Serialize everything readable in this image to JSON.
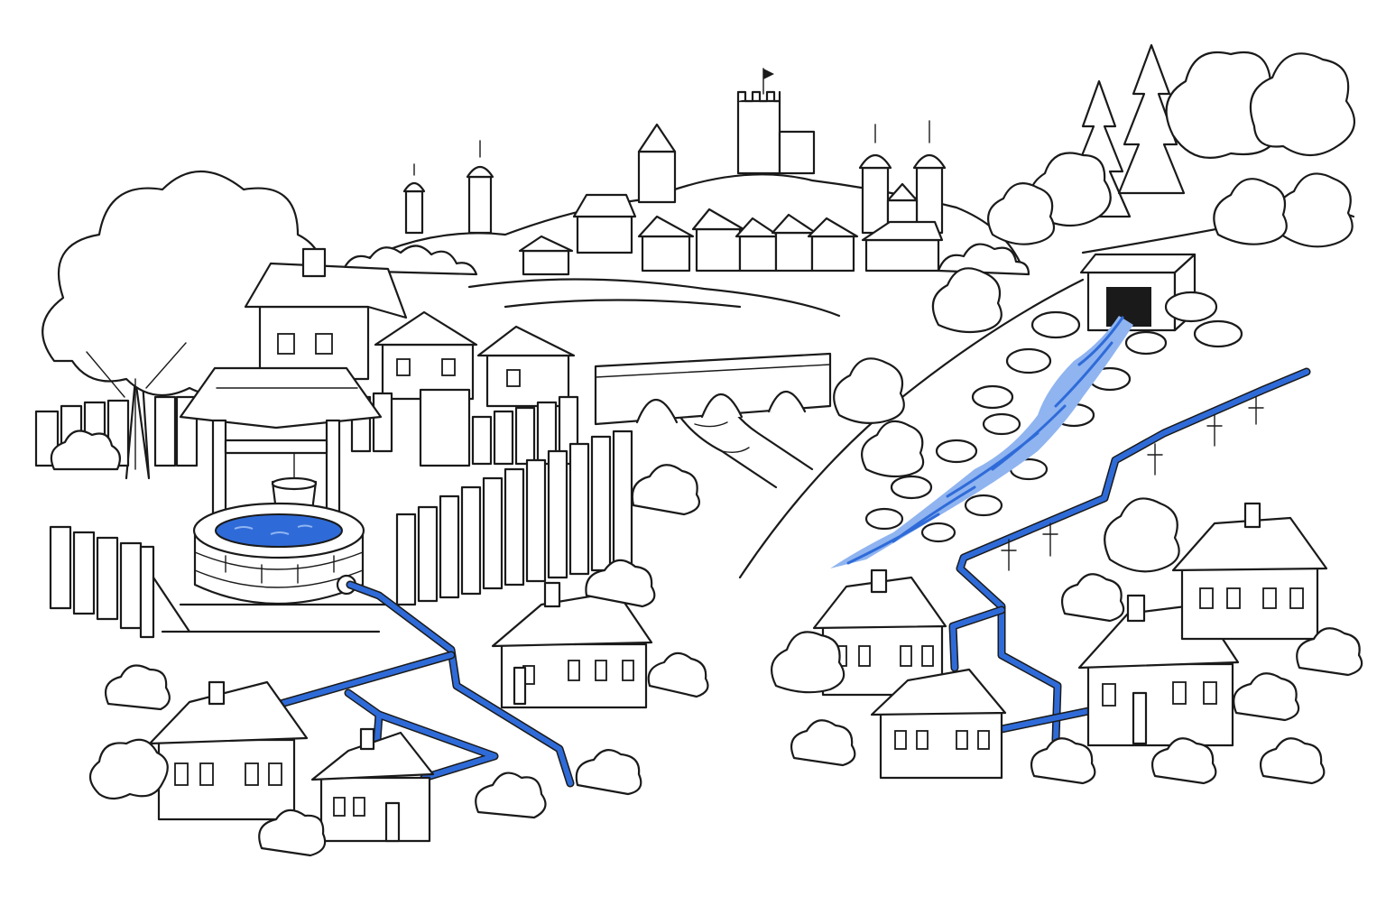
{
  "colors": {
    "ink": "#1a1a1a",
    "paper": "#ffffff",
    "water": "#2f6bd8",
    "water_light": "#8fb4f0"
  },
  "elements": {
    "scene": "village-water-supply-illustration",
    "well": "stone-well-with-roof-and-bucket",
    "spring": "stone-spring-house-outlet",
    "stream": "mountain-stream",
    "river": "valley-river-with-stone-bridge",
    "town": "hilltop-castle-town",
    "left_network": "well-fed-pipe-network",
    "right_network": "spring-fed-pipe-network"
  }
}
